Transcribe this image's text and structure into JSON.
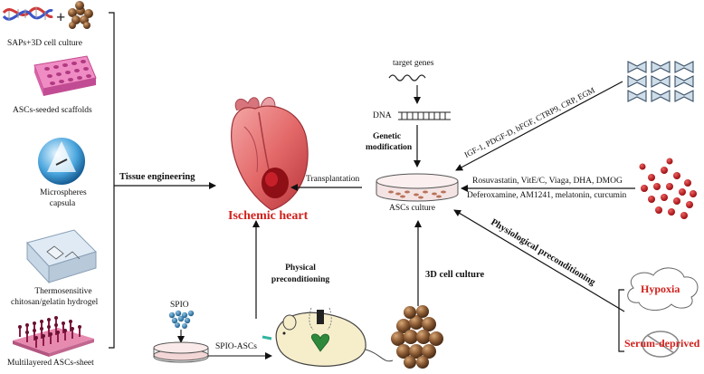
{
  "left_panel": {
    "items": [
      {
        "label": "SAPs+3D cell culture"
      },
      {
        "label": "ASCs-seeded scaffolds"
      },
      {
        "label_line1": "Microspheres",
        "label_line2": "capsula"
      },
      {
        "label_line1": "Thermosensitive",
        "label_line2": "chitosan/gelatin hydrogel"
      },
      {
        "label": "Multilayered ASCs-sheet"
      }
    ],
    "group_label": "Tissue engineering"
  },
  "center": {
    "heart_label": "Ischemic heart",
    "physical_line1": "Physical",
    "physical_line2": "preconditioning",
    "spio_label": "SPIO",
    "spio_ascs_label": "SPIO-ASCs",
    "transplantation_label": "Transplantation",
    "ascs_culture_label": "ASCs culture",
    "cell_culture_3d_label": "3D cell culture"
  },
  "genetic": {
    "target_genes_label": "target genes",
    "dna_label": "DNA",
    "modification_line1": "Genetic",
    "modification_line2": "modification",
    "genes_list": "IGF-1, PDGF-D, bFGF, CTRP9, CRP, EGM"
  },
  "drugs": {
    "line1": "Rosuvastatin, VitE/C, Viaga, DHA, DMOG",
    "line2": "Deferoxamine, AM1241, melatonin, curcumin"
  },
  "physiological": {
    "label": "Physiological preconditioning",
    "hypoxia_label": "Hypoxia",
    "serum_label": "Serum-deprived"
  },
  "colors": {
    "accent_red": "#d0211c",
    "heart_red": "#c8202a",
    "bead_brown": "#8a5a34",
    "pink_scaffold": "#e86fb2"
  }
}
